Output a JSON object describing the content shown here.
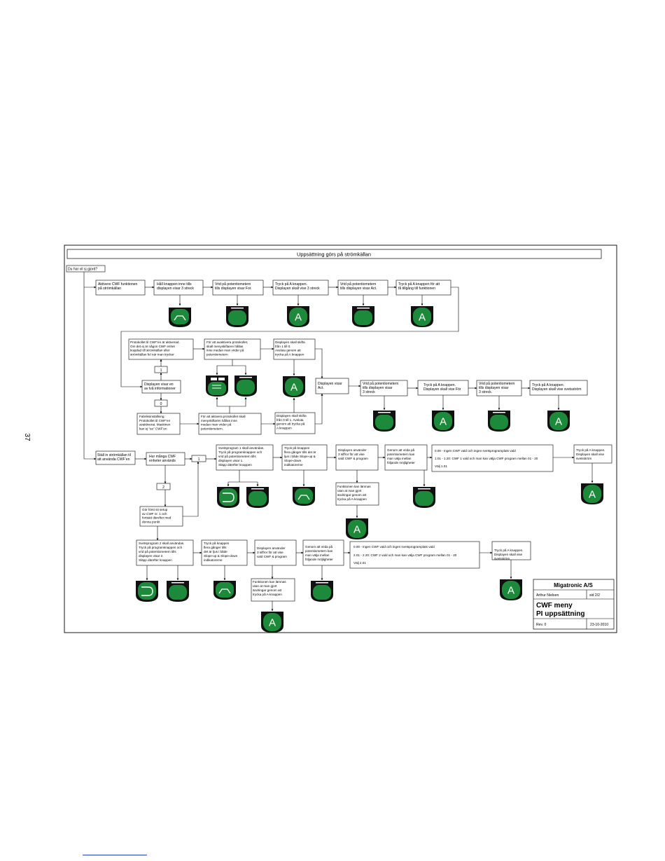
{
  "page_number": "37",
  "header": {
    "title": "Uppsättning görs på strömkällan"
  },
  "nodes": {
    "start": "Du har vil sj gjord?",
    "r1_1": [
      "Aktivere CWF funktionen",
      "på strömkällan"
    ],
    "r1_2": [
      "Håll knappen inne tills",
      "displayen visar 3 streck"
    ],
    "r1_3": [
      "Vrid på potentiometern",
      "tills displayen visar For."
    ],
    "r1_4": [
      "Tryck på A knappen.",
      "Displayen skall vise 3 streck"
    ],
    "r1_5": [
      "Vrid på potentiometern",
      "tills displayen visar Act."
    ],
    "r1_6": [
      "Tryck på A knappen för att",
      "få tillgång till funktionen"
    ],
    "p_info": [
      "Protokollet til CWF’en är aktiverad.",
      "Om det ej är någon CWF enhet",
      "kopplad till strömkällan eller",
      "strömkällan fel när man trycker"
    ],
    "p_deact": [
      "För att avaktivera protokollet,",
      "skall menyskiftaren hållas",
      "inne medan man vrider på",
      "potentiometern"
    ],
    "p_shift0": [
      "Displayen skall skifta",
      "från 1 till 0.",
      "Avsluta genom att",
      "trycka på A knappen"
    ],
    "label_1": "1",
    "label_0": "0",
    "p_two": [
      "Displayen visar en",
      "av två informationer"
    ],
    "p_factory": [
      "Fabriksinställning:",
      "Protokollet til CWF’en",
      "avaktiverat. Maskinen",
      "kan ej \"se\" CWF’en"
    ],
    "p_act": [
      "För att aktivera protokollet skall",
      "menyskiftaren hållas inne",
      "medan man vrider på",
      "potentiometern."
    ],
    "p_shift1": [
      "Displayen skall skifta",
      "från 0 till 1. Avsluta",
      "genom att trycka på",
      "A knappen"
    ],
    "m_act": [
      "Displayen visar",
      "Act."
    ],
    "m_2": [
      "Vrid på potentiometern",
      "tills displayen visar",
      "3 streck"
    ],
    "m_3": [
      "Tryck på A knappen.",
      "Displayen skall vise För"
    ],
    "m_4": [
      "Vrid på potentiometern",
      "tills displayen visar",
      "3 streck."
    ],
    "m_5": [
      "Tryck på A knappen.",
      "Displayen skall vise svetsström"
    ],
    "s_setup": [
      "Ställ in strömkällan til",
      "att använda CWF’en"
    ],
    "s_count": [
      "Hur många CWF",
      "enheter används"
    ],
    "label_1b": "1",
    "label_2": "2",
    "s_first": [
      "Gör först sit setup",
      "av CWF nr. 1 och",
      "fortsätt därefter med",
      "denna punkt"
    ],
    "a1": [
      "Svetsprogram 1 skall användas.",
      "Tryck på programknappen och",
      "vrid på potentiometern tills",
      "displayen visar 1.",
      "Släpp därefter knappen"
    ],
    "a2": [
      "Tryck på knappen",
      "flera gånger tills det är",
      "ljus i både Slope-up &",
      "Slope-down",
      "indikatorerne"
    ],
    "a3": [
      "Displayen använder",
      "3 siffror för att vise",
      "vald CWF & program"
    ],
    "a4": [
      "Genom att vrida på",
      "potentiometern kan",
      "man välja mellan",
      "följande möjligheter"
    ],
    "a5": [
      "0.00 - Ingen CWF vald och ingen svetsprogramplats vald",
      "1.01 - 1.20: CWF 1 vald och man kan välja CWF program mellan 01 - 20",
      "Välj 1.01"
    ],
    "a6": [
      "Tryck på A knappen.",
      "Displayen skall vise",
      "svetsström"
    ],
    "a_func": [
      "Funktionen kan lämnas",
      "utan at man gjort",
      "ändringar genom att",
      "trycka på A-knappen"
    ],
    "b1": [
      "Svetsprogram 2 skall användas.",
      "Tryck på programknappen och",
      "vrid på potentiometern tills",
      "displayen visar 2.",
      "Släpp därefter knappen"
    ],
    "b2": [
      "Tryck på knappen",
      "flera gånger tills",
      "det är ljus i både",
      "Slope-up & Slope-down",
      "indikatorerne"
    ],
    "b3": [
      "Displayen använder",
      "3 siffror för att vise",
      "vald CWF & program"
    ],
    "b4": [
      "Genom att vrida på",
      "potentiometern kan",
      "man välja mellan",
      "följande möjligheter"
    ],
    "b5": [
      "0.00 - Ingen CWF vald och ingen svetsprogramplats vald",
      "2.01 - 2.20: CWF 2 vald och man kan välja CWF program mellan 01 - 20",
      "Välj 2.01"
    ],
    "b6": [
      "Tryck på A knappen.",
      "Displayen skall vise",
      "svetsström"
    ],
    "b_func": [
      "Funktionen kan lämnas",
      "utan at man gjort",
      "ändringar genom att",
      "trycka på A-knappen"
    ]
  },
  "button_letter": "A",
  "title_block": {
    "company": "Migatronic A/S",
    "author": "Arthur Nielsen",
    "sheet": "sid 2/2",
    "doc_title_1": "CWF meny",
    "doc_title_2": "PI uppsättning",
    "revision": "Rev. 0",
    "date": "23-10-2010"
  },
  "colors": {
    "button_green": "#1c8a3a",
    "button_frame": "#111111"
  },
  "icons": {
    "slope": "slope-icon",
    "program": "program-arrow-icon",
    "display": "display-dashes-icon",
    "a_button": "a-button-icon"
  }
}
